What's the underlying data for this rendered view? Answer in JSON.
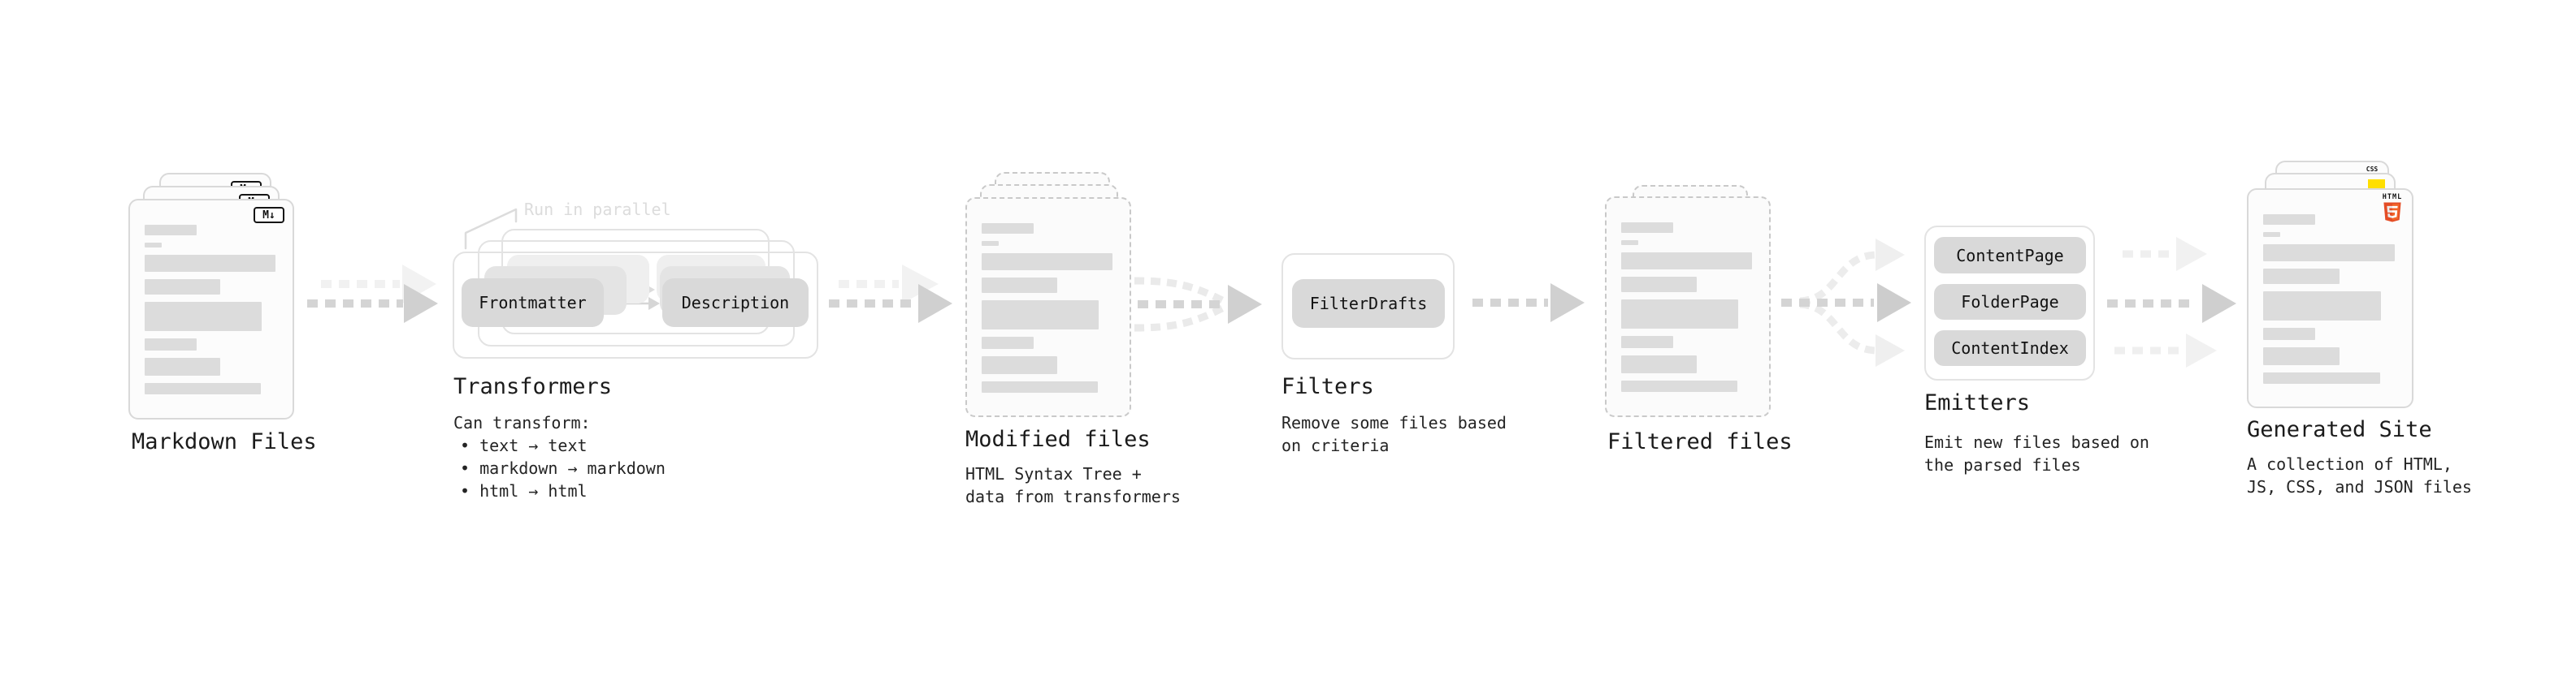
{
  "diagram": {
    "stage_markdown": {
      "label": "Markdown Files",
      "file_icon": "M↓"
    },
    "stage_transformers": {
      "note": "Run in parallel",
      "pill_left": "Frontmatter",
      "pill_right": "Description",
      "label": "Transformers",
      "desc_heading": "Can transform:",
      "bullets": [
        "• text → text",
        "• markdown → markdown",
        "• html → html"
      ]
    },
    "stage_modified": {
      "label": "Modified files",
      "desc": "HTML Syntax Tree +\ndata from transformers"
    },
    "stage_filters": {
      "pill": "FilterDrafts",
      "label": "Filters",
      "desc": "Remove some files based\non criteria"
    },
    "stage_filtered": {
      "label": "Filtered files"
    },
    "stage_emitters": {
      "pills": [
        "ContentPage",
        "FolderPage",
        "ContentIndex"
      ],
      "label": "Emitters",
      "desc": "Emit new files based on\nthe parsed files"
    },
    "stage_generated": {
      "label": "Generated Site",
      "desc": "A collection of HTML,\nJS, CSS, and JSON files",
      "css_icon": "CSS",
      "html5_icon_label": "HTML"
    },
    "colors": {
      "html5_orange": "#e44d26",
      "html5_orange_light": "#f16529",
      "js_yellow": "#ffdf00",
      "css_blue": "#2760e6"
    }
  }
}
